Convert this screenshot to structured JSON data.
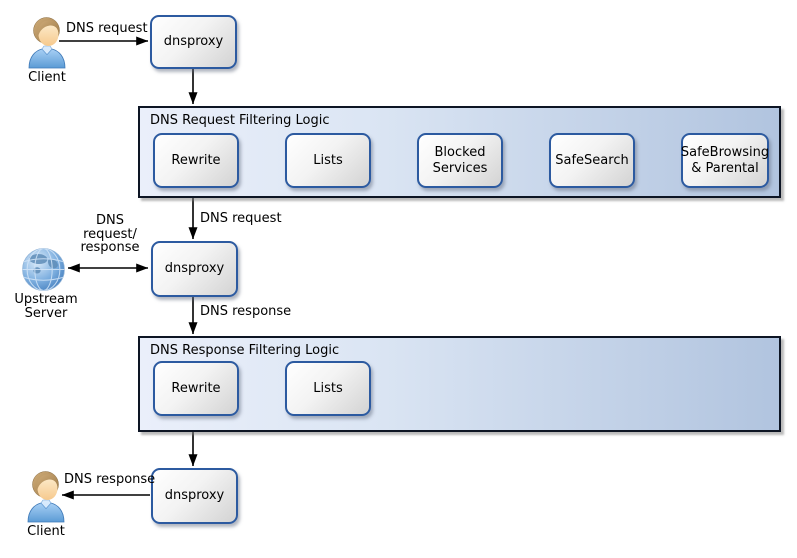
{
  "colors": {
    "node_border": "#2c5aa0",
    "container_border": "#0d1524",
    "container_bg_left": "#eaeffa",
    "container_bg_right": "#b1c4df",
    "node_bg_top": "#ffffff",
    "node_bg_bottom": "#d3d3d3",
    "arrow": "#000000"
  },
  "actors": {
    "client_top": {
      "label": "Client"
    },
    "upstream_server": {
      "label": "Upstream\nServer"
    },
    "client_bottom": {
      "label": "Client"
    }
  },
  "nodes": {
    "dnsproxy_top": {
      "label": "dnsproxy"
    },
    "dnsproxy_middle": {
      "label": "dnsproxy"
    },
    "dnsproxy_bottom": {
      "label": "dnsproxy"
    }
  },
  "request_container": {
    "title": "DNS Request Filtering Logic",
    "boxes": [
      {
        "label": "Rewrite"
      },
      {
        "label": "Lists"
      },
      {
        "label": "Blocked\nServices"
      },
      {
        "label": "SafeSearch"
      },
      {
        "label": "SafeBrowsing\n& Parental"
      }
    ]
  },
  "response_container": {
    "title": "DNS Response Filtering Logic",
    "boxes": [
      {
        "label": "Rewrite"
      },
      {
        "label": "Lists"
      }
    ]
  },
  "edge_labels": {
    "client_to_dnsproxy": "DNS request",
    "to_request_filtering": "DNS request",
    "upstream_link": "DNS\nrequest/\nresponse",
    "to_response_filtering": "DNS response",
    "to_client": "DNS response"
  }
}
